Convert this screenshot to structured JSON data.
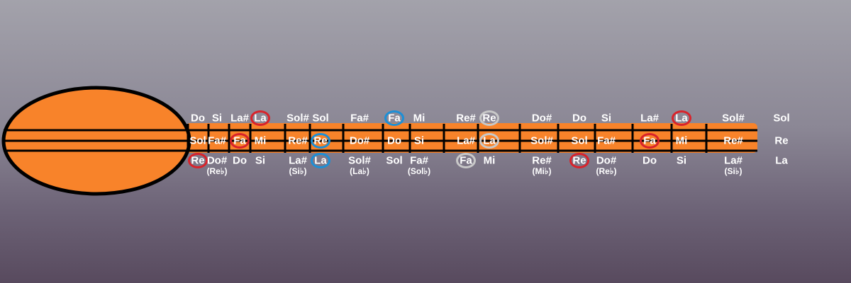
{
  "colors": {
    "body": "#f8832a",
    "outline": "#000000",
    "text": "#ffffff",
    "ring_red": "#d9232b",
    "ring_blue": "#1d8fd6",
    "ring_grey": "#c8c8c8"
  },
  "rows": {
    "top": [
      {
        "t": "Do",
        "f": 0
      },
      {
        "t": "Si",
        "f": 1
      },
      {
        "t": "La#",
        "f": 2
      },
      {
        "t": "La",
        "f": 3,
        "ring": "red"
      },
      {
        "t": "Sol#",
        "f": 4
      },
      {
        "t": "Sol",
        "f": 5
      },
      {
        "t": "Fa#",
        "f": 6
      },
      {
        "t": "Fa",
        "f": 7,
        "ring": "blue"
      },
      {
        "t": "Mi",
        "f": 8
      },
      {
        "t": "Re#",
        "f": 9
      },
      {
        "t": "Re",
        "f": 10,
        "ring": "grey"
      },
      {
        "t": "Do#",
        "f": 11
      },
      {
        "t": "Do",
        "f": 12
      },
      {
        "t": "Si",
        "f": 13
      },
      {
        "t": "La#",
        "f": 14
      },
      {
        "t": "La",
        "f": 15,
        "ring": "red"
      },
      {
        "t": "Sol#",
        "f": 16
      },
      {
        "t": "Sol",
        "f": 17
      }
    ],
    "mid": [
      {
        "t": "Sol",
        "f": 0
      },
      {
        "t": "Fa#",
        "f": 1
      },
      {
        "t": "Fa",
        "f": 2,
        "ring": "red"
      },
      {
        "t": "Mi",
        "f": 3
      },
      {
        "t": "Re#",
        "f": 4
      },
      {
        "t": "Re",
        "f": 5,
        "ring": "blue"
      },
      {
        "t": "Do#",
        "f": 6
      },
      {
        "t": "Do",
        "f": 7
      },
      {
        "t": "Si",
        "f": 8
      },
      {
        "t": "La#",
        "f": 9
      },
      {
        "t": "La",
        "f": 10,
        "ring": "grey"
      },
      {
        "t": "Sol#",
        "f": 11
      },
      {
        "t": "Sol",
        "f": 12
      },
      {
        "t": "Fa#",
        "f": 13
      },
      {
        "t": "Fa",
        "f": 14,
        "ring": "red"
      },
      {
        "t": "Mi",
        "f": 15
      },
      {
        "t": "Re#",
        "f": 16
      },
      {
        "t": "Re",
        "f": 17
      }
    ],
    "bot": [
      {
        "t": "Re",
        "f": 0,
        "ring": "red"
      },
      {
        "t": "Do#",
        "f": 1,
        "sub": "(Re♭)"
      },
      {
        "t": "Do",
        "f": 2
      },
      {
        "t": "Si",
        "f": 3
      },
      {
        "t": "La#",
        "f": 4,
        "sub": "(Si♭)"
      },
      {
        "t": "La",
        "f": 5,
        "ring": "blue"
      },
      {
        "t": "Sol#",
        "f": 6,
        "sub": "(La♭)"
      },
      {
        "t": "Sol",
        "f": 7
      },
      {
        "t": "Fa#",
        "f": 8,
        "sub": "(Sol♭)"
      },
      {
        "t": "Fa",
        "f": 9,
        "ring": "grey"
      },
      {
        "t": "Mi",
        "f": 10
      },
      {
        "t": "Re#",
        "f": 11,
        "sub": "(Mi♭)"
      },
      {
        "t": "Re",
        "f": 12,
        "ring": "red"
      },
      {
        "t": "Do#",
        "f": 13,
        "sub": "(Re♭)"
      },
      {
        "t": "Do",
        "f": 14
      },
      {
        "t": "Si",
        "f": 15
      },
      {
        "t": "La#",
        "f": 16,
        "sub": "(Si♭)"
      },
      {
        "t": "La",
        "f": 17
      }
    ]
  }
}
